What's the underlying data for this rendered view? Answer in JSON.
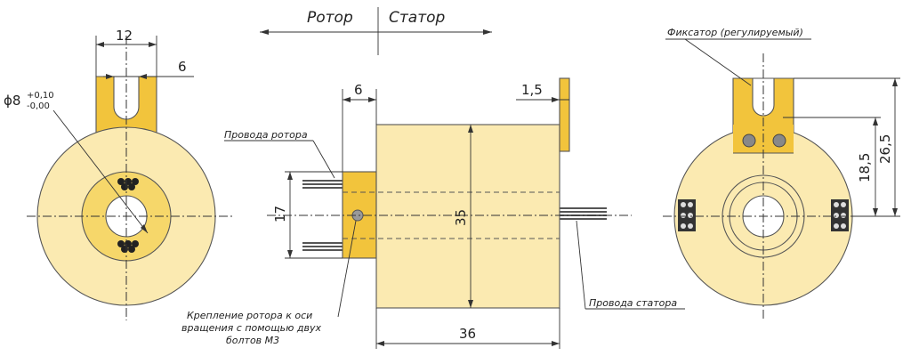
{
  "header": {
    "rotor_label": "Ротор",
    "stator_label": "Статор"
  },
  "left_view": {
    "dim_width": "12",
    "dim_slot": "6",
    "dim_bore_main": "ϕ8",
    "dim_bore_upper_tol": "+0,10",
    "dim_bore_lower_tol": "-0,00"
  },
  "side_view": {
    "dim_flange_thickness": "6",
    "dim_tab_thickness": "1,5",
    "dim_rotor_height": "17",
    "dim_body_height": "35",
    "dim_body_length": "36",
    "rotor_wires_label": "Провода ротора",
    "stator_wires_label": "Провода статора",
    "mount_note_lines": [
      "Крепление ротора к оси",
      "вращения с помощью двух",
      "болтов М3"
    ]
  },
  "right_view": {
    "fixator_label": "Фиксатор (регулируемый)",
    "dim_center_height": "18,5",
    "dim_total_height": "26,5"
  },
  "colors": {
    "body": "#fbeab1",
    "ring": "#f6d76a",
    "gold": "#f2c43c",
    "line": "#333333"
  }
}
